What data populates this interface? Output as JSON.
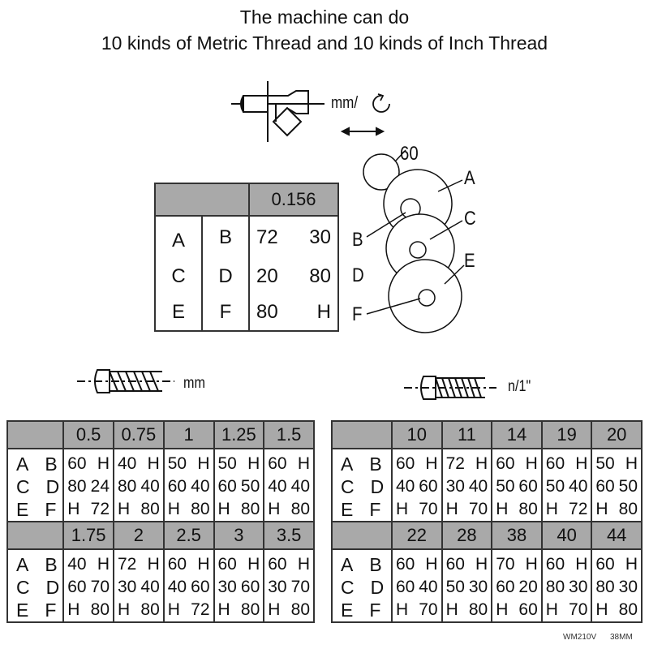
{
  "title": {
    "line1": "The machine can do",
    "line2": "10 kinds of Metric Thread and 10 kinds  of Inch Thread"
  },
  "feed": {
    "unit": "mm/"
  },
  "gears": {
    "small_label": "60",
    "labels": [
      "A",
      "B",
      "C",
      "D",
      "E",
      "F"
    ]
  },
  "feed_table": {
    "header": "0.156",
    "rows": [
      [
        "A",
        "B",
        "72",
        "30"
      ],
      [
        "C",
        "D",
        "20",
        "80"
      ],
      [
        "E",
        "F",
        "80",
        "H"
      ]
    ]
  },
  "metric": {
    "unit": "mm",
    "blocks": [
      {
        "pitches": [
          "0.5",
          "0.75",
          "1",
          "1.25",
          "1.5"
        ],
        "rows": [
          {
            "label": [
              "A",
              "B"
            ],
            "cells": [
              [
                "60",
                "H"
              ],
              [
                "40",
                "H"
              ],
              [
                "50",
                "H"
              ],
              [
                "50",
                "H"
              ],
              [
                "60",
                "H"
              ]
            ]
          },
          {
            "label": [
              "C",
              "D"
            ],
            "cells": [
              [
                "80",
                "24"
              ],
              [
                "80",
                "40"
              ],
              [
                "60",
                "40"
              ],
              [
                "60",
                "50"
              ],
              [
                "40",
                "40"
              ]
            ]
          },
          {
            "label": [
              "E",
              "F"
            ],
            "cells": [
              [
                "H",
                "72"
              ],
              [
                "H",
                "80"
              ],
              [
                "H",
                "80"
              ],
              [
                "H",
                "80"
              ],
              [
                "H",
                "80"
              ]
            ]
          }
        ]
      },
      {
        "pitches": [
          "1.75",
          "2",
          "2.5",
          "3",
          "3.5"
        ],
        "rows": [
          {
            "label": [
              "A",
              "B"
            ],
            "cells": [
              [
                "40",
                "H"
              ],
              [
                "72",
                "H"
              ],
              [
                "60",
                "H"
              ],
              [
                "60",
                "H"
              ],
              [
                "60",
                "H"
              ]
            ]
          },
          {
            "label": [
              "C",
              "D"
            ],
            "cells": [
              [
                "60",
                "70"
              ],
              [
                "30",
                "40"
              ],
              [
                "40",
                "60"
              ],
              [
                "30",
                "60"
              ],
              [
                "30",
                "70"
              ]
            ]
          },
          {
            "label": [
              "E",
              "F"
            ],
            "cells": [
              [
                "H",
                "80"
              ],
              [
                "H",
                "80"
              ],
              [
                "H",
                "72"
              ],
              [
                "H",
                "80"
              ],
              [
                "H",
                "80"
              ]
            ]
          }
        ]
      }
    ]
  },
  "inch": {
    "unit": "n/1\"",
    "blocks": [
      {
        "pitches": [
          "10",
          "11",
          "14",
          "19",
          "20"
        ],
        "rows": [
          {
            "label": [
              "A",
              "B"
            ],
            "cells": [
              [
                "60",
                "H"
              ],
              [
                "72",
                "H"
              ],
              [
                "60",
                "H"
              ],
              [
                "60",
                "H"
              ],
              [
                "50",
                "H"
              ]
            ]
          },
          {
            "label": [
              "C",
              "D"
            ],
            "cells": [
              [
                "40",
                "60"
              ],
              [
                "30",
                "40"
              ],
              [
                "50",
                "60"
              ],
              [
                "50",
                "40"
              ],
              [
                "60",
                "50"
              ]
            ]
          },
          {
            "label": [
              "E",
              "F"
            ],
            "cells": [
              [
                "H",
                "70"
              ],
              [
                "H",
                "70"
              ],
              [
                "H",
                "80"
              ],
              [
                "H",
                "72"
              ],
              [
                "H",
                "80"
              ]
            ]
          }
        ]
      },
      {
        "pitches": [
          "22",
          "28",
          "38",
          "40",
          "44"
        ],
        "rows": [
          {
            "label": [
              "A",
              "B"
            ],
            "cells": [
              [
                "60",
                "H"
              ],
              [
                "60",
                "H"
              ],
              [
                "70",
                "H"
              ],
              [
                "60",
                "H"
              ],
              [
                "60",
                "H"
              ]
            ]
          },
          {
            "label": [
              "C",
              "D"
            ],
            "cells": [
              [
                "60",
                "40"
              ],
              [
                "50",
                "30"
              ],
              [
                "60",
                "20"
              ],
              [
                "80",
                "30"
              ],
              [
                "80",
                "30"
              ]
            ]
          },
          {
            "label": [
              "E",
              "F"
            ],
            "cells": [
              [
                "H",
                "70"
              ],
              [
                "H",
                "80"
              ],
              [
                "H",
                "60"
              ],
              [
                "H",
                "70"
              ],
              [
                "H",
                "80"
              ]
            ]
          }
        ]
      }
    ]
  },
  "footer": {
    "model": "WM210V",
    "size": "38MM"
  }
}
